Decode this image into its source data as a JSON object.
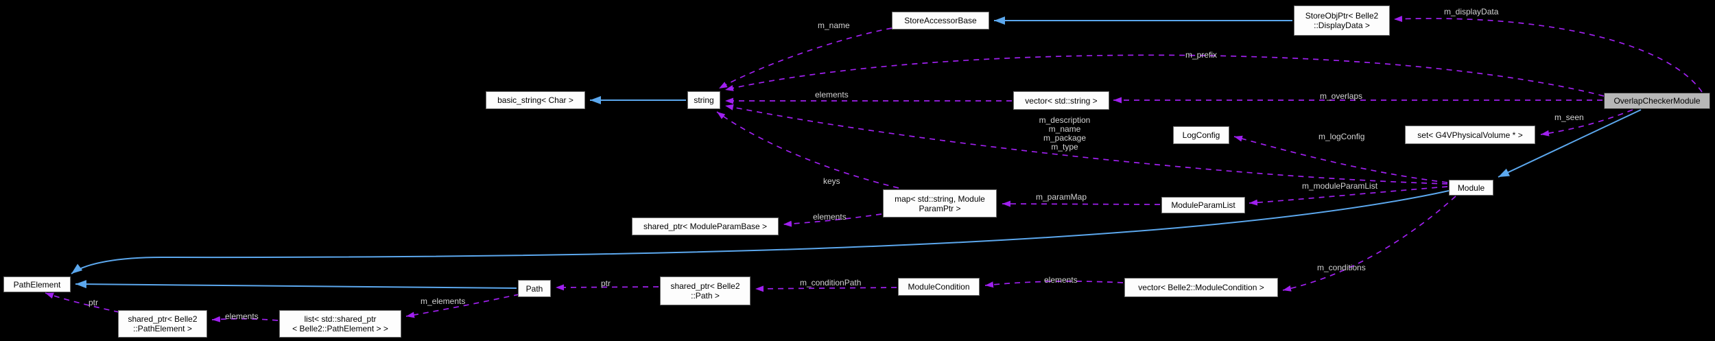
{
  "nodes": {
    "store_accessor": {
      "label": "StoreAccessorBase"
    },
    "store_obj_ptr": {
      "line1": "StoreObjPtr< Belle2",
      "line2": "::DisplayData >"
    },
    "overlap_checker": {
      "label": "OverlapCheckerModule"
    },
    "basic_string": {
      "label": "basic_string< Char >"
    },
    "string": {
      "label": "string"
    },
    "vector_string": {
      "label": "vector< std::string >"
    },
    "log_config": {
      "label": "LogConfig"
    },
    "set_volume": {
      "label": "set< G4VPhysicalVolume * >"
    },
    "module": {
      "label": "Module"
    },
    "map_param": {
      "line1": "map< std::string, Module",
      "line2": "ParamPtr >"
    },
    "shared_ptr_param_base": {
      "label": "shared_ptr< ModuleParamBase >"
    },
    "module_param_list": {
      "label": "ModuleParamList"
    },
    "path_element": {
      "label": "PathElement"
    },
    "path": {
      "label": "Path"
    },
    "shared_ptr_path": {
      "line1": "shared_ptr< Belle2",
      "line2": "::Path >"
    },
    "module_condition": {
      "label": "ModuleCondition"
    },
    "vector_module_condition": {
      "label": "vector< Belle2::ModuleCondition >"
    },
    "shared_ptr_path_element": {
      "line1": "shared_ptr< Belle2",
      "line2": "::PathElement >"
    },
    "list_shared_ptr": {
      "line1": "list< std::shared_ptr",
      "line2": "< Belle2::PathElement > >"
    }
  },
  "edge_labels": {
    "m_name_top": "m_name",
    "m_displayData": "m_displayData",
    "m_prefix": "m_prefix",
    "m_overlaps": "m_overlaps",
    "elements_vector_string": "elements",
    "member_block": {
      "line1": "m_description",
      "line2": "m_name",
      "line3": "m_package",
      "line4": "m_type"
    },
    "m_logConfig": "m_logConfig",
    "m_seen": "m_seen",
    "keys": "keys",
    "m_moduleParamList": "m_moduleParamList",
    "m_paramMap": "m_paramMap",
    "elements_map": "elements",
    "m_conditions": "m_conditions",
    "elements_vector_mc": "elements",
    "m_conditionPath": "m_conditionPath",
    "ptr_path": "ptr",
    "m_elements": "m_elements",
    "elements_list": "elements",
    "ptr_path_element": "ptr"
  },
  "colors": {
    "background": "#000000",
    "association_edge": "#a020f0",
    "inheritance_edge": "#5ca8ee",
    "node_fill": "#fdfdfd",
    "node_border": "#6f6f6f",
    "highlight_fill": "#b7b7b7",
    "edge_label_text": "#d4d4d4",
    "node_text": "#000000"
  }
}
